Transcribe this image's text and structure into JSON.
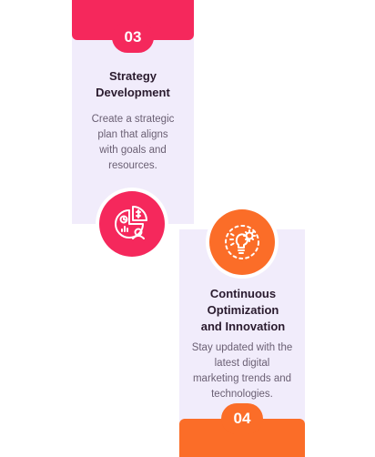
{
  "steps": [
    {
      "number": "03",
      "title_line1": "Strategy",
      "title_line2": "Development",
      "desc_lines": [
        "Create a strategic",
        "plan that aligns",
        "with goals and",
        "resources."
      ],
      "icon": "chart-analytics-icon",
      "accent": "#f5285c"
    },
    {
      "number": "04",
      "title_line1": "Continuous",
      "title_line2": "Optimization",
      "title_line3": "and Innovation",
      "desc_lines": [
        "Stay updated with the",
        "latest digital",
        "marketing trends and",
        "technologies."
      ],
      "icon": "lightbulb-gear-icon",
      "accent": "#fb6d28"
    }
  ]
}
